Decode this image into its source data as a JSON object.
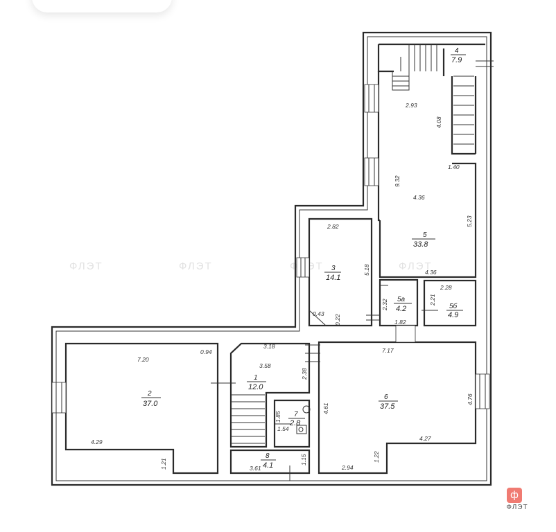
{
  "rooms": [
    {
      "id": "r1",
      "num": "1",
      "area": "12.0"
    },
    {
      "id": "r2",
      "num": "2",
      "area": "37.0"
    },
    {
      "id": "r3",
      "num": "3",
      "area": "14.1"
    },
    {
      "id": "r4",
      "num": "4",
      "area": "7.9"
    },
    {
      "id": "r5",
      "num": "5",
      "area": "33.8"
    },
    {
      "id": "r5a",
      "num": "5a",
      "area": "4.2"
    },
    {
      "id": "r5b",
      "num": "5б",
      "area": "4.9"
    },
    {
      "id": "r6",
      "num": "6",
      "area": "37.5"
    },
    {
      "id": "r7",
      "num": "7",
      "area": "2.8"
    },
    {
      "id": "r8",
      "num": "8",
      "area": "4.1"
    }
  ],
  "dimensions": [
    "2.93",
    "4.08",
    "1.40",
    "9.32",
    "4.36",
    "5.23",
    "4.36",
    "2.82",
    "5.18",
    "0.43",
    "0.22",
    "2.32",
    "1.82",
    "2.21",
    "2.28",
    "7.20",
    "0.94",
    "4.29",
    "1.21",
    "3.18",
    "3.58",
    "2.38",
    "1.85",
    "1.54",
    "3.61",
    "1.15",
    "7.17",
    "4.61",
    "4.76",
    "4.27",
    "1.22",
    "2.94"
  ],
  "watermark": "ФЛЭТ",
  "logo": {
    "glyph": "ф",
    "text": "ФЛЭТ",
    "color": "#f07b72"
  }
}
